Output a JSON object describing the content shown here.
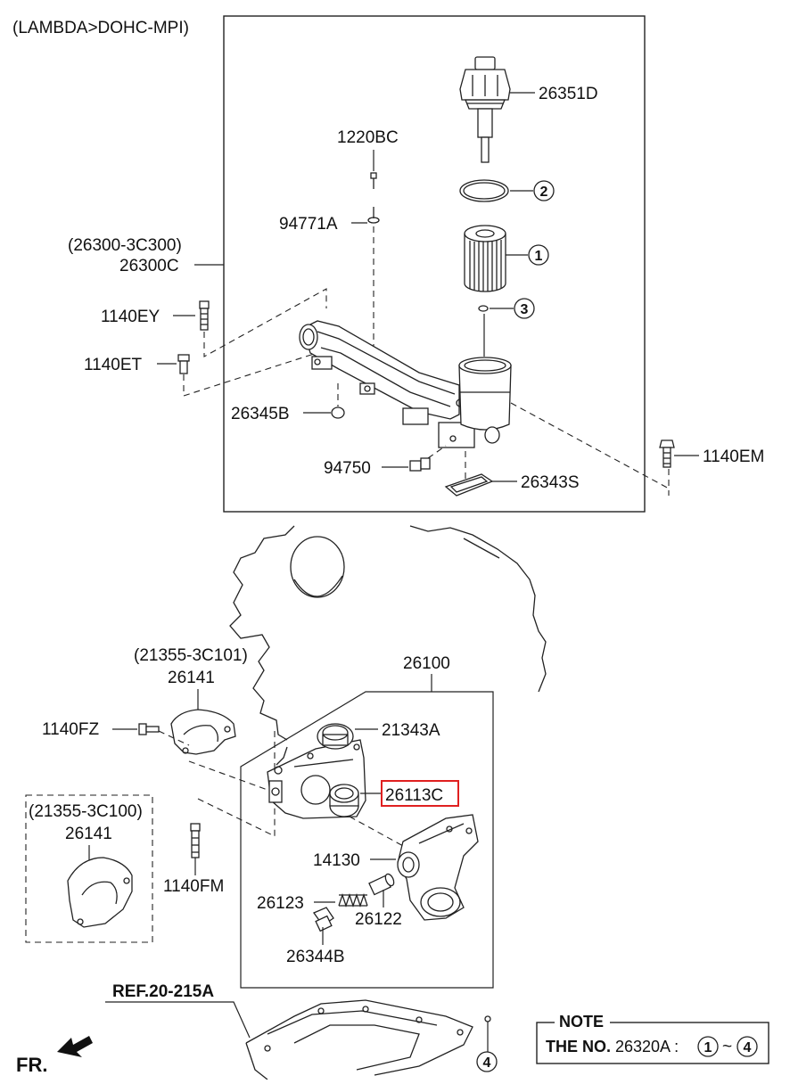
{
  "header": {
    "engine": "(LAMBDA>DOHC-MPI)"
  },
  "labels": {
    "p26351D": "26351D",
    "p1220BC": "1220BC",
    "p94771A": "94771A",
    "alt26300": "(26300-3C300)",
    "p26300C": "26300C",
    "p1140EY": "1140EY",
    "p1140ET": "1140ET",
    "p26345B": "26345B",
    "p94750": "94750",
    "p26343S": "26343S",
    "p1140EM": "1140EM",
    "p26100": "26100",
    "alt21355a": "(21355-3C101)",
    "p26141a": "26141",
    "p1140FZ": "1140FZ",
    "p21343A": "21343A",
    "p26113C": "26113C",
    "alt21355b": "(21355-3C100)",
    "p26141b": "26141",
    "p14130": "14130",
    "p1140FM": "1140FM",
    "p26123": "26123",
    "p26122": "26122",
    "p26344B": "26344B",
    "ref": "REF.20-215A",
    "fr": "FR."
  },
  "callouts": {
    "c1": "1",
    "c2": "2",
    "c3": "3",
    "c4": "4"
  },
  "note": {
    "title": "NOTE",
    "prefix": "THE NO.",
    "part": "26320A :",
    "from": "1",
    "tilde": "~",
    "to": "4"
  },
  "colors": {
    "highlight": "#e02020",
    "line": "#222222"
  }
}
